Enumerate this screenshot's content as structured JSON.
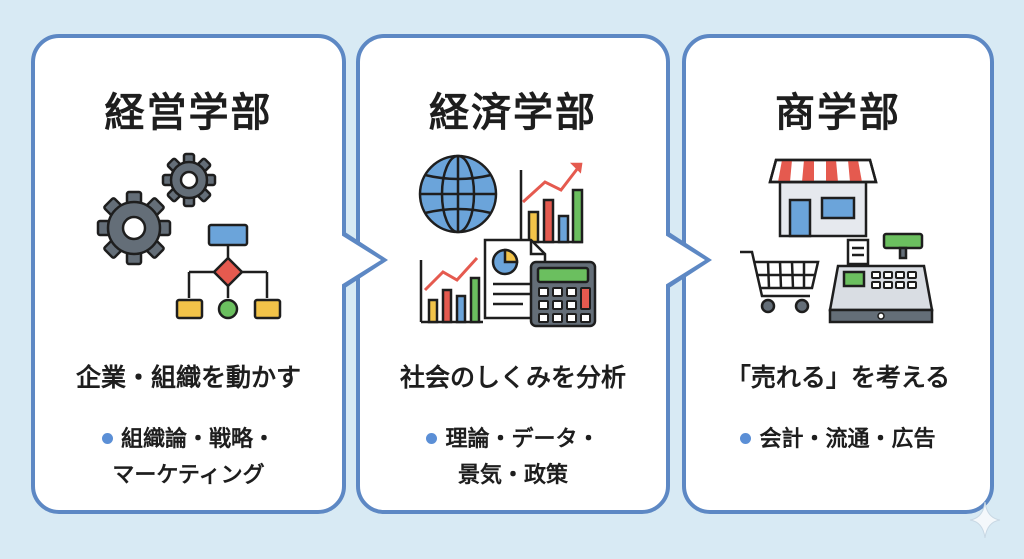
{
  "cards": [
    {
      "title": "経営学部",
      "subtitle": "企業・組織を動かす",
      "topics_line1": "組織論・戦略・",
      "topics_line2": "マーケティング",
      "icon": "gears-flowchart-icon"
    },
    {
      "title": "経済学部",
      "subtitle": "社会のしくみを分析",
      "topics_line1": "理論・データ・",
      "topics_line2": "景気・政策",
      "icon": "globe-charts-calculator-icon"
    },
    {
      "title": "商学部",
      "subtitle": "「売れる」を考える",
      "topics_line1": "会計・流通・広告",
      "icon": "store-cart-register-icon"
    }
  ],
  "colors": {
    "background": "#d8eaf4",
    "card_border": "#5d88c4",
    "card_fill": "#ffffff",
    "bullet": "#5b8fd6",
    "gear": "#646e78",
    "box_blue": "#6ba4da",
    "box_yellow": "#f2c349",
    "diamond_red": "#e55a4f",
    "circle_green": "#6bbf5f"
  }
}
